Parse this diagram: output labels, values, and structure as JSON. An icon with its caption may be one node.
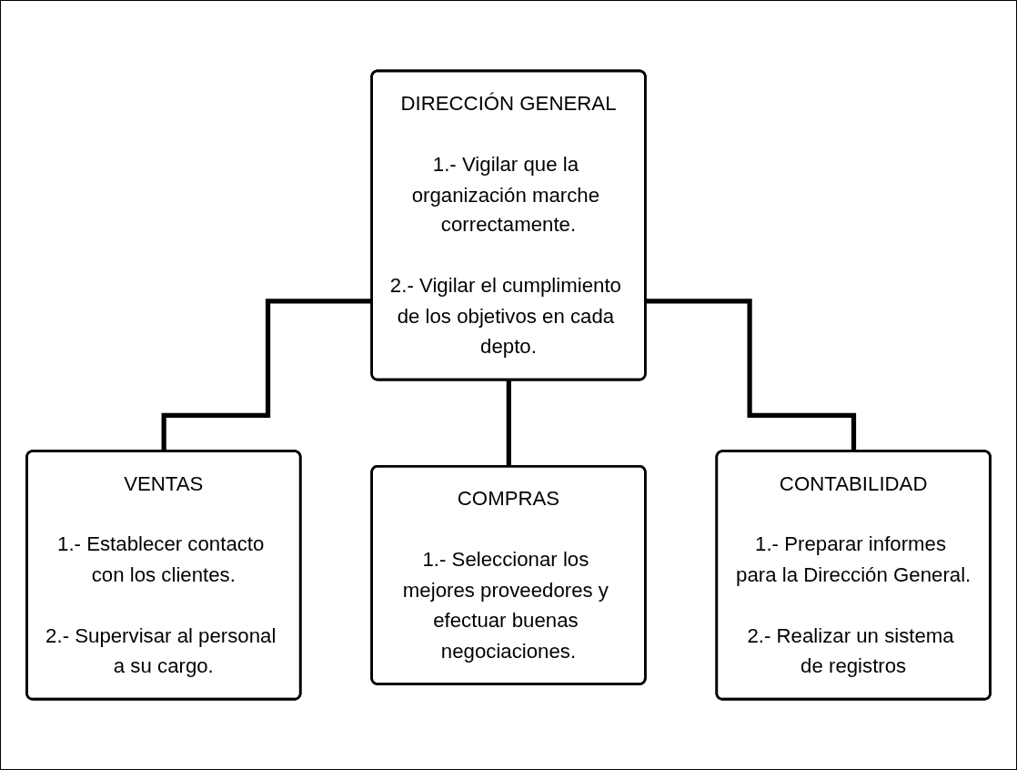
{
  "diagram": {
    "nodes": [
      {
        "text": [
          "DIRECCIÓN GENERAL",
          "1.- Vigilar que la organización marche correctamente.",
          "2.- Vigilar el cumplimiento de los objetivos en cada depto."
        ]
      },
      {
        "text": [
          "VENTAS",
          "1.- Establecer contacto con los clientes.",
          "2.- Supervisar al personal a su cargo."
        ]
      },
      {
        "text": [
          "COMPRAS",
          "1.- Seleccionar los mejores proveedores y efectuar buenas negociaciones."
        ]
      },
      {
        "text": [
          "CONTABILIDAD",
          "1.- Preparar informes para la Dirección General.",
          "2.- Realizar un sistema de registros"
        ]
      }
    ],
    "edges": [
      {
        "from": 0,
        "to": 1,
        "arrow": "none"
      },
      {
        "from": 0,
        "to": 2,
        "arrow": "none"
      },
      {
        "from": 0,
        "to": 3,
        "arrow": "none"
      }
    ]
  }
}
